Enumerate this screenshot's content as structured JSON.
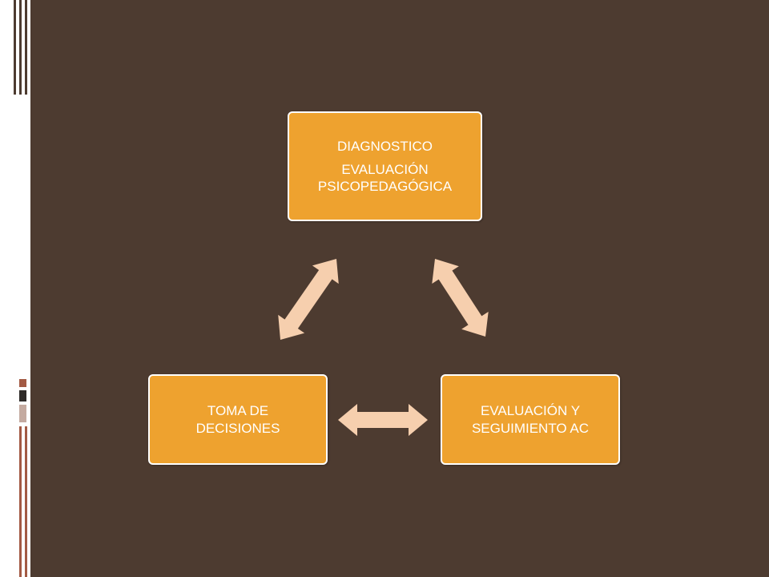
{
  "diagram": {
    "nodes": [
      {
        "id": "diagnostico",
        "lines": [
          "DIAGNOSTICO",
          "EVALUACIÓN PSICOPEDAGÓGICA"
        ]
      },
      {
        "id": "evaluacion",
        "lines": [
          "EVALUACIÓN Y SEGUIMIENTO AC"
        ]
      },
      {
        "id": "toma",
        "lines": [
          "TOMA DE DECISIONES"
        ]
      }
    ],
    "edges": [
      {
        "from": "diagnostico",
        "to": "evaluacion",
        "type": "bidirectional"
      },
      {
        "from": "evaluacion",
        "to": "toma",
        "type": "bidirectional"
      },
      {
        "from": "toma",
        "to": "diagnostico",
        "type": "bidirectional"
      }
    ]
  },
  "colors": {
    "background": "#4d3b30",
    "node_fill": "#eea22f",
    "node_border": "#ffffff",
    "arrow_fill": "#f6cfae",
    "accent_stripe": "#a35a44"
  }
}
